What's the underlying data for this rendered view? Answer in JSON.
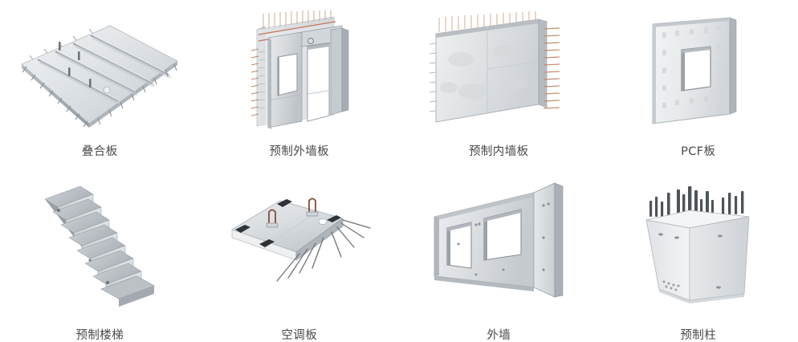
{
  "page": {
    "background_color": "#ffffff",
    "caption_color": "#4a4a4a",
    "concrete_light": "#e8eaec",
    "concrete_mid": "#cfd3d7",
    "concrete_dark": "#a8aeb4",
    "rebar_steel": "#8f9499",
    "rebar_rust": "#c08a6e",
    "rebar_dark": "#53585d",
    "layout": "4-column x 2-row image gallery"
  },
  "gallery": {
    "columns": 4,
    "rows": 2,
    "items": [
      {
        "id": "composite-slab",
        "label": "叠合板",
        "icon": "composite-slab-icon",
        "row": 1,
        "column": 1
      },
      {
        "id": "precast-exterior-wall-panel",
        "label": "预制外墙板",
        "icon": "precast-exterior-wall-panel-icon",
        "row": 1,
        "column": 2
      },
      {
        "id": "precast-interior-wall-panel",
        "label": "预制内墙板",
        "icon": "precast-interior-wall-panel-icon",
        "row": 1,
        "column": 3
      },
      {
        "id": "pcf-panel",
        "label": "PCF板",
        "icon": "pcf-panel-icon",
        "row": 1,
        "column": 4
      },
      {
        "id": "precast-stair",
        "label": "预制楼梯",
        "icon": "precast-stair-icon",
        "row": 2,
        "column": 1
      },
      {
        "id": "air-conditioner-slab",
        "label": "空调板",
        "icon": "air-conditioner-slab-icon",
        "row": 2,
        "column": 2
      },
      {
        "id": "exterior-wall",
        "label": "外墙",
        "icon": "exterior-wall-icon",
        "row": 2,
        "column": 3
      },
      {
        "id": "precast-column",
        "label": "预制柱",
        "icon": "precast-column-icon",
        "row": 2,
        "column": 4
      }
    ]
  }
}
